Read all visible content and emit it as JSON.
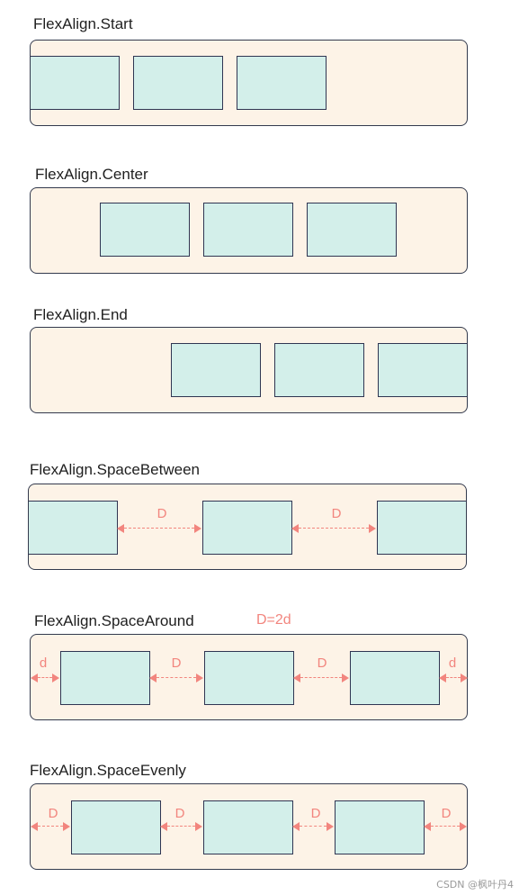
{
  "labels": {
    "start": "FlexAlign.Start",
    "center": "FlexAlign.Center",
    "end": "FlexAlign.End",
    "space_between": "FlexAlign.SpaceBetween",
    "space_around": "FlexAlign.SpaceAround",
    "space_evenly": "FlexAlign.SpaceEvenly"
  },
  "notes": {
    "space_around_relation": "D=2d"
  },
  "gap_labels": {
    "D": "D",
    "d": "d"
  },
  "watermark": "CSDN @枫叶丹4",
  "colors": {
    "container_fill": "#fdf3e7",
    "item_fill": "#d3efea",
    "border": "#333a4d",
    "annotation": "#f2857e"
  }
}
